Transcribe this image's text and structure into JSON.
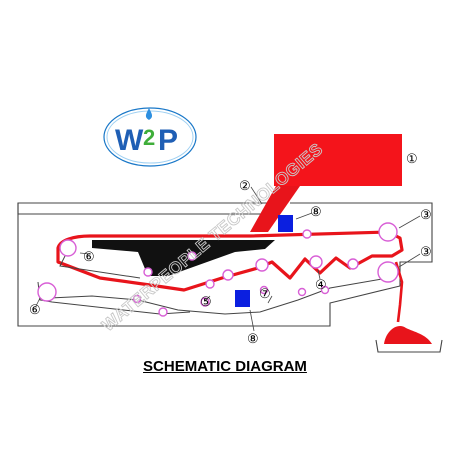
{
  "logo": {
    "left": "W",
    "middle": "2",
    "right": "P"
  },
  "watermark": "WATERPEOPLE TECHNOLOGIES",
  "title": "SCHEMATIC DIAGRAM",
  "callouts": [
    "①",
    "②",
    "③",
    "③",
    "④",
    "⑤",
    "⑥",
    "⑥",
    "⑦",
    "⑧",
    "⑧"
  ],
  "colors": {
    "belt": "#e8141b",
    "hopper": "#f4141b",
    "roller": "#d85fd6",
    "drive_box": "#0b1fe0",
    "frame": "#444444",
    "trough": "#111111"
  }
}
